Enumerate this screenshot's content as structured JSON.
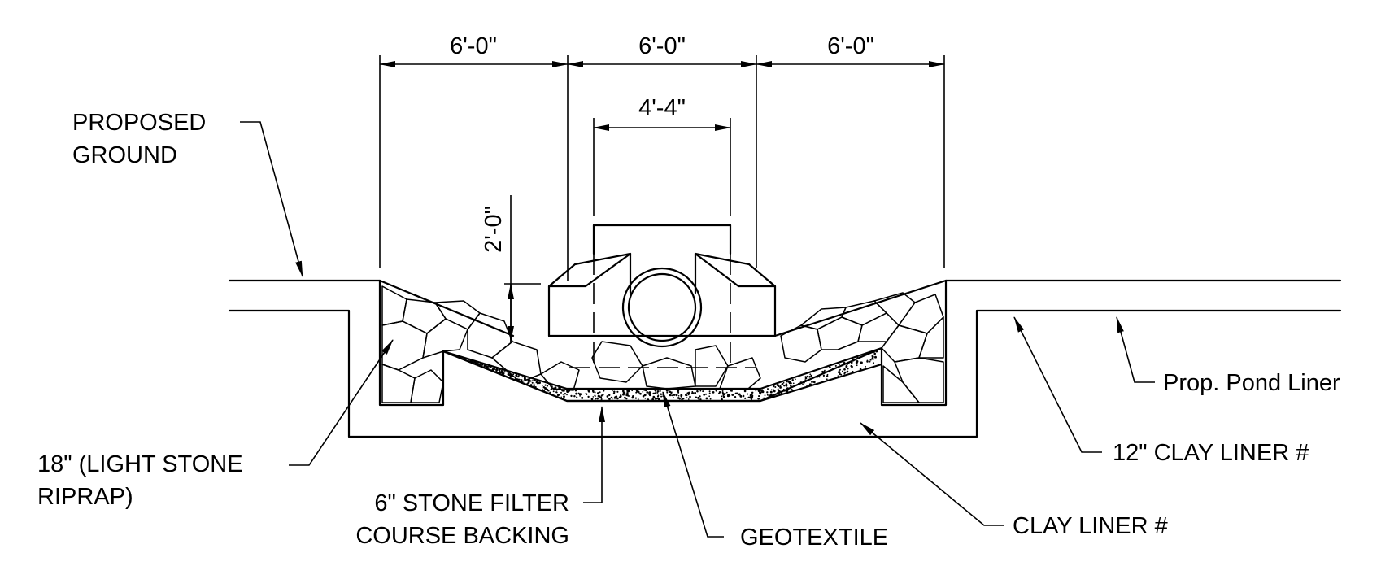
{
  "dimensions": {
    "left_width": "6'-0\"",
    "center_width": "6'-0\"",
    "right_width": "6'-0\"",
    "pipe_span": "4'-4\"",
    "depth": "2'-0\""
  },
  "labels": {
    "proposed_ground_line1": "PROPOSED",
    "proposed_ground_line2": "GROUND",
    "riprap_line1": "18\" (LIGHT STONE",
    "riprap_line2": "RIPRAP)",
    "filter_line1": "6\" STONE FILTER",
    "filter_line2": "COURSE BACKING",
    "geotextile": "GEOTEXTILE",
    "clay_liner": "CLAY LINER #",
    "clay_liner_12": "12\" CLAY LINER #",
    "pond_liner": "Prop. Pond Liner"
  },
  "colors": {
    "ink": "#000000",
    "background": "#ffffff"
  }
}
